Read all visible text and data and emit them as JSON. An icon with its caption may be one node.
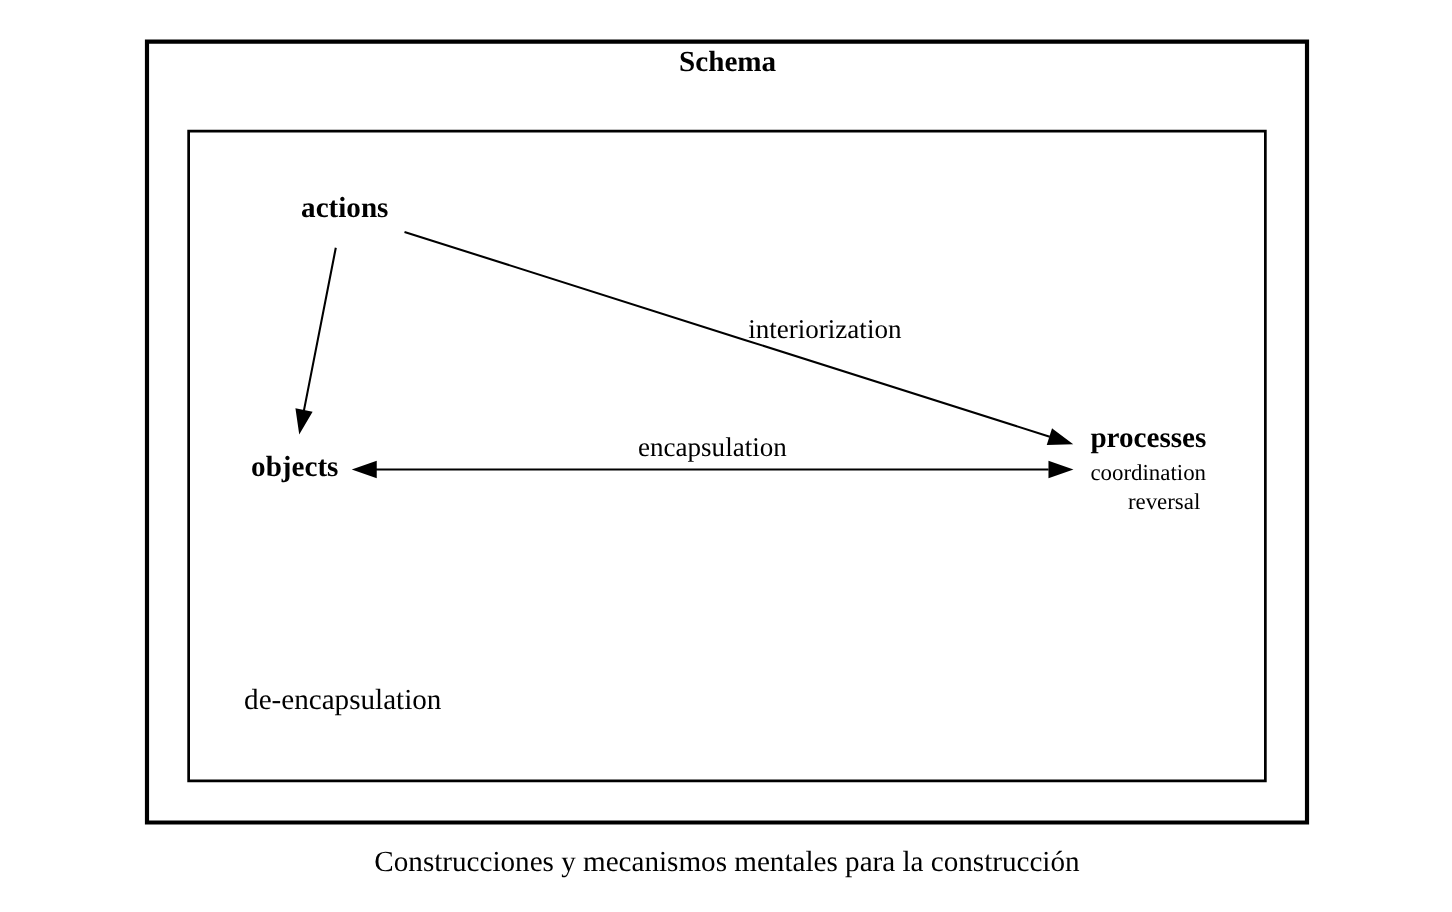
{
  "diagram": {
    "caption": "Construcciones y mecanismos mentales para la construcción",
    "nodes": [
      {
        "text": [
          "Schema"
        ]
      },
      {
        "text": [],
        "shape": "box",
        "in": 0
      },
      {
        "text": [
          "actions"
        ],
        "in": 1
      },
      {
        "text": [
          "processes"
        ],
        "in": 1,
        "beside": [
          "coordination",
          "reversal"
        ]
      },
      {
        "text": [
          "objects"
        ],
        "in": 1
      }
    ],
    "edges": [
      {
        "from": 2,
        "to": 3,
        "arrow": "to",
        "label": "interiorization"
      },
      {
        "from": 2,
        "to": 4,
        "arrow": "to"
      },
      {
        "from": 3,
        "to": 4,
        "arrow": "both",
        "label": "encapsulation"
      }
    ],
    "labels": [
      "de-encapsulation"
    ]
  }
}
